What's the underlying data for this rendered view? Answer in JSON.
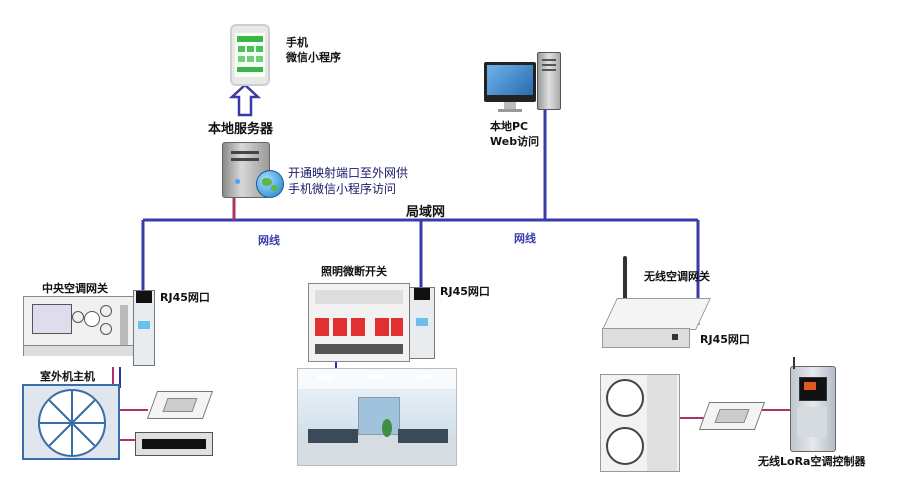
{
  "phone": {
    "line1": "手机",
    "line2": "微信小程序"
  },
  "server": {
    "title": "本地服务器",
    "note_line1": "开通映射端口至外网供",
    "note_line2": "手机微信小程序访问"
  },
  "pc": {
    "line1": "本地PC",
    "line2": "Web访问"
  },
  "lan": {
    "title": "局域网",
    "cable_left": "网线",
    "cable_right": "网线"
  },
  "central_ac": {
    "title": "中央空调网关",
    "port": "RJ45网口",
    "outdoor": "室外机主机"
  },
  "lighting": {
    "title": "照明微断开关",
    "port": "RJ45网口"
  },
  "wireless": {
    "title": "无线空调网关",
    "port": "RJ45网口",
    "controller": "无线LoRa空调控制器"
  },
  "colors": {
    "lan_line": "#3a3aa8",
    "link_line": "#b0306a",
    "arrow": "#3a3aa8"
  }
}
